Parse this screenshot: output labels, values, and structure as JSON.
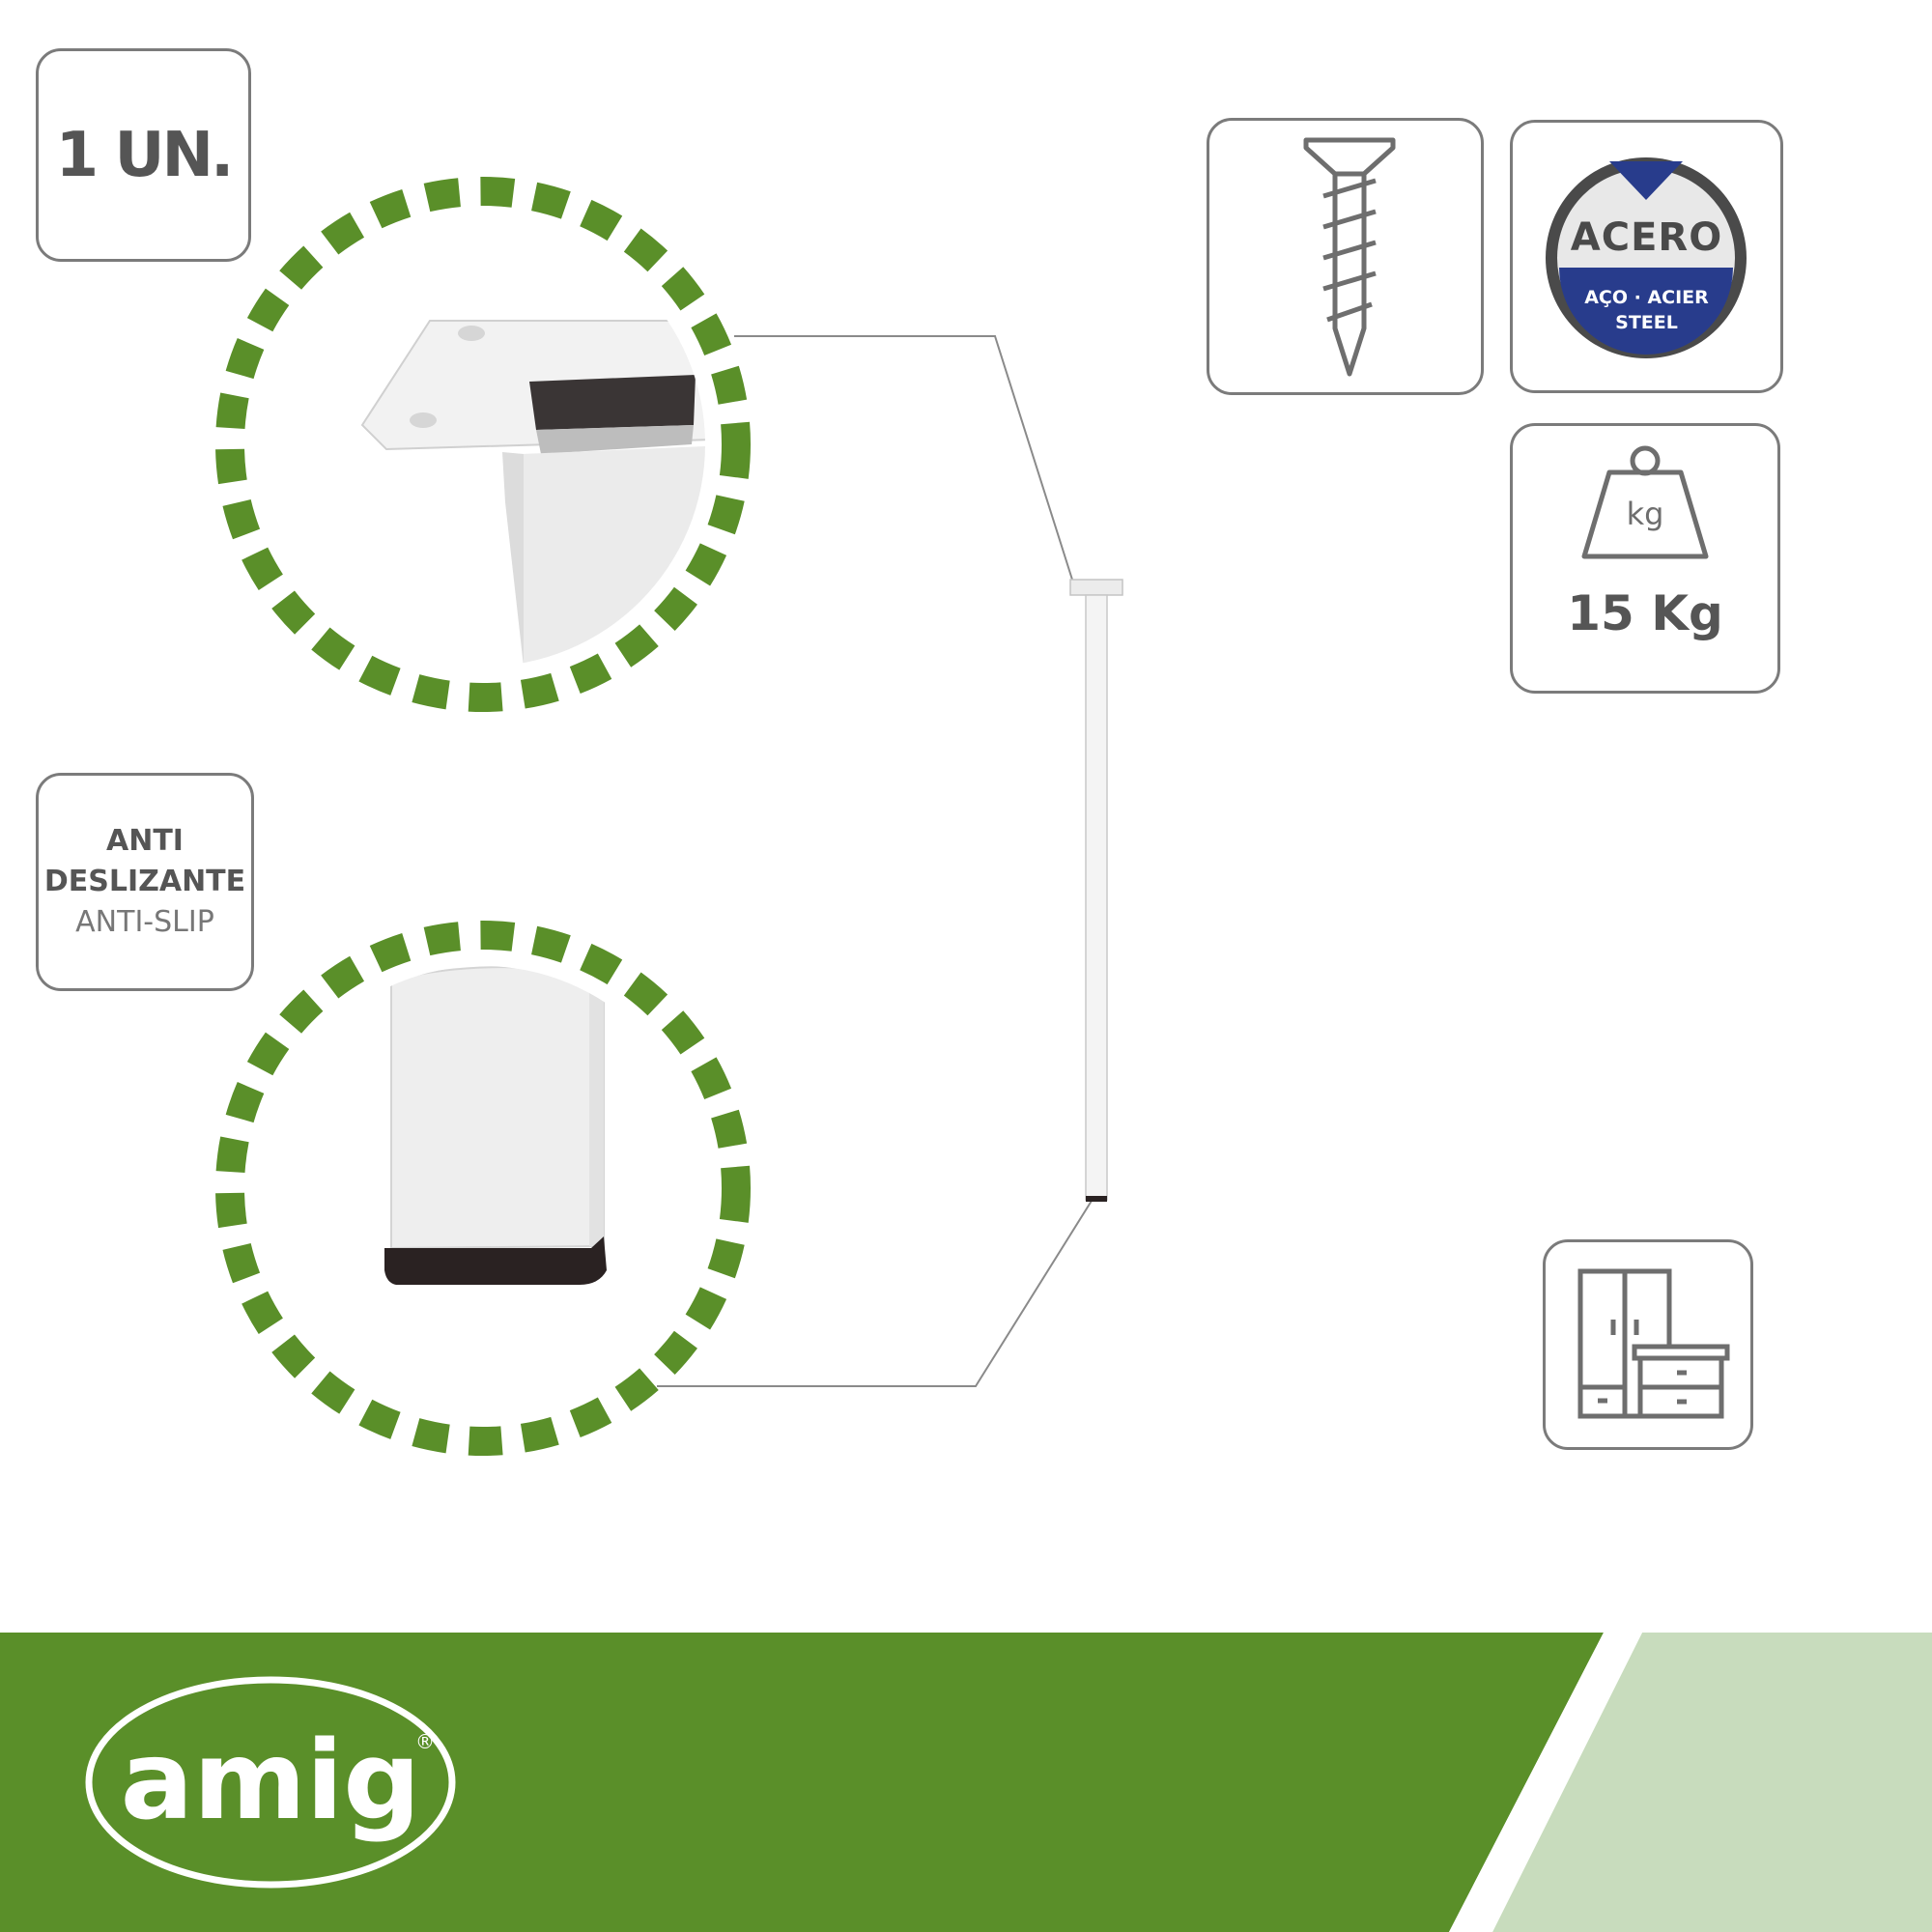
{
  "quantity_badge": {
    "label": "1 UN."
  },
  "anti_slip_badge": {
    "line1": "ANTI",
    "line2": "DESLIZANTE",
    "line3": "ANTI-SLIP"
  },
  "material_badge": {
    "title": "ACERO",
    "line2": "AÇO · ACIER",
    "line3": "STEEL"
  },
  "weight_badge": {
    "unit_icon_text": "kg",
    "value": "15 Kg"
  },
  "brand": {
    "name": "amig",
    "registered_mark": "®"
  },
  "colors": {
    "accent_green": "#5a8f29",
    "light_green": "#c8dcbd",
    "icon_gray": "#6e6e6e",
    "steel_blue": "#283c8c"
  },
  "icons": [
    "screw-icon",
    "steel-material-icon",
    "weight-icon",
    "furniture-icon"
  ]
}
